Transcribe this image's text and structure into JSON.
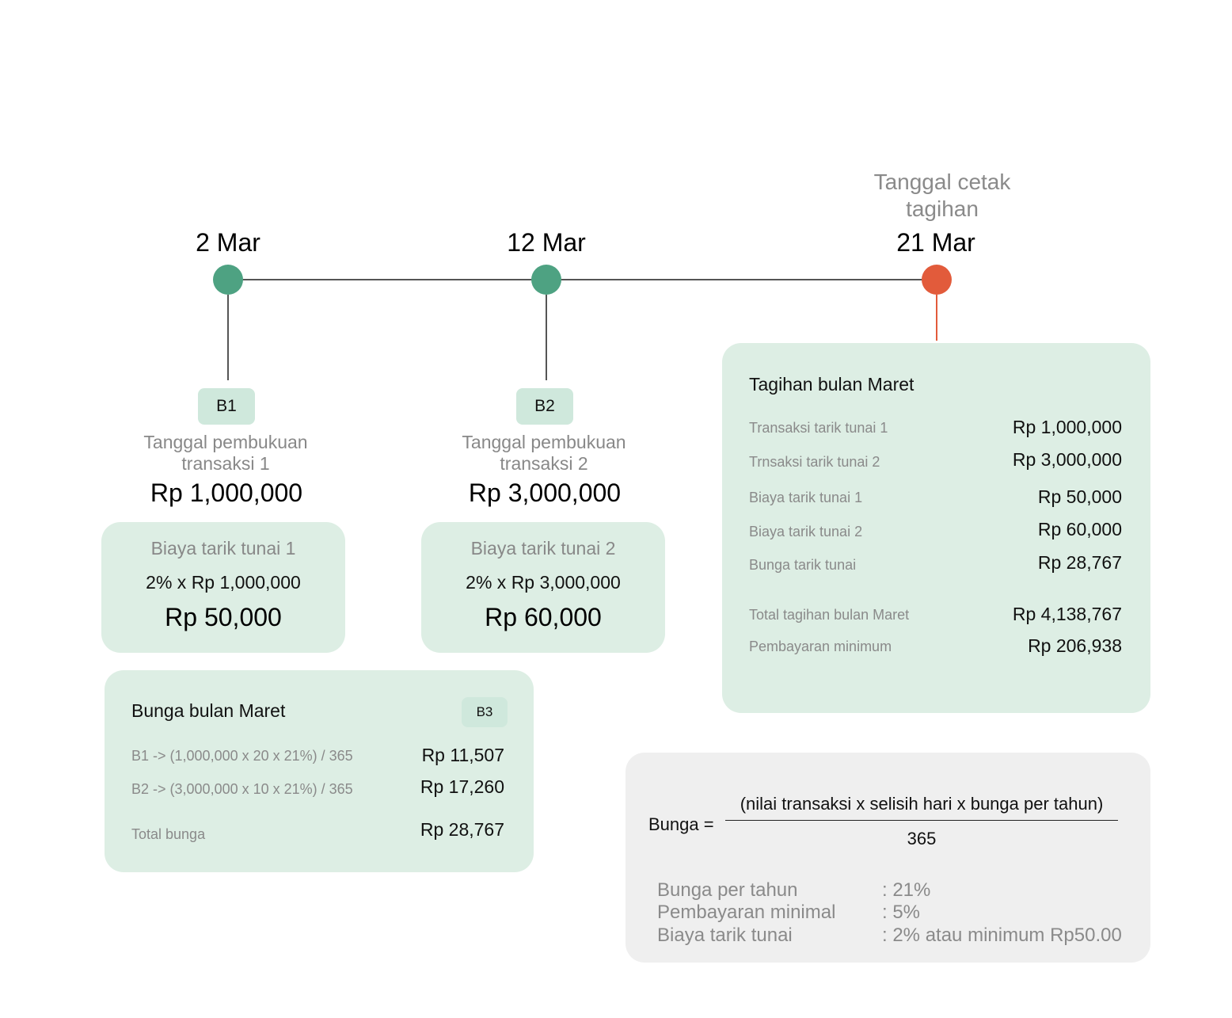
{
  "timeline": {
    "nodes": [
      {
        "date": "2 Mar",
        "badge": "B1",
        "caption": "Tanggal pembukuan transaksi 1",
        "amount": "Rp 1,000,000"
      },
      {
        "date": "12 Mar",
        "badge": "B2",
        "caption": "Tanggal pembukuan transaksi 2",
        "amount": "Rp 3,000,000"
      },
      {
        "date": "21 Mar",
        "caption": "Tanggal cetak tagihan"
      }
    ],
    "colors": {
      "transaction_dot": "#4ea282",
      "statement_dot": "#e25b3b",
      "card": "#ddeee4"
    }
  },
  "fee_cards": [
    {
      "title": "Biaya tarik tunai 1",
      "formula": "2% x Rp 1,000,000",
      "result": "Rp 50,000"
    },
    {
      "title": "Biaya tarik tunai 2",
      "formula": "2% x Rp 3,000,000",
      "result": "Rp 60,000"
    }
  ],
  "interest_card": {
    "title": "Bunga bulan Maret",
    "badge": "B3",
    "rows": [
      {
        "label": "B1 -> (1,000,000 x 20 x 21%) / 365",
        "value": "Rp 11,507"
      },
      {
        "label": "B2 -> (3,000,000 x 10 x 21%) / 365",
        "value": "Rp 17,260"
      },
      {
        "label": "Total bunga",
        "value": "Rp 28,767"
      }
    ]
  },
  "bill_card": {
    "title": "Tagihan bulan Maret",
    "rows": [
      {
        "label": "Transaksi tarik tunai 1",
        "value": "Rp 1,000,000"
      },
      {
        "label": "Trnsaksi tarik tunai 2",
        "value": "Rp 3,000,000"
      },
      {
        "label": "Biaya tarik tunai 1",
        "value": "Rp 50,000"
      },
      {
        "label": "Biaya tarik tunai 2",
        "value": "Rp 60,000"
      },
      {
        "label": "Bunga tarik tunai",
        "value": "Rp 28,767"
      },
      {
        "label": "Total tagihan bulan Maret",
        "value": "Rp 4,138,767"
      },
      {
        "label": "Pembayaran minimum",
        "value": "Rp 206,938"
      }
    ]
  },
  "formula_card": {
    "lhs": "Bunga =",
    "numerator": "(nilai transaksi x selisih hari x bunga per tahun)",
    "denominator": "365",
    "legend": [
      {
        "label": "Bunga per tahun",
        "value": ": 21%"
      },
      {
        "label": "Pembayaran minimal",
        "value": ": 5%"
      },
      {
        "label": "Biaya tarik tunai",
        "value": ": 2% atau minimum Rp50.00"
      }
    ]
  }
}
